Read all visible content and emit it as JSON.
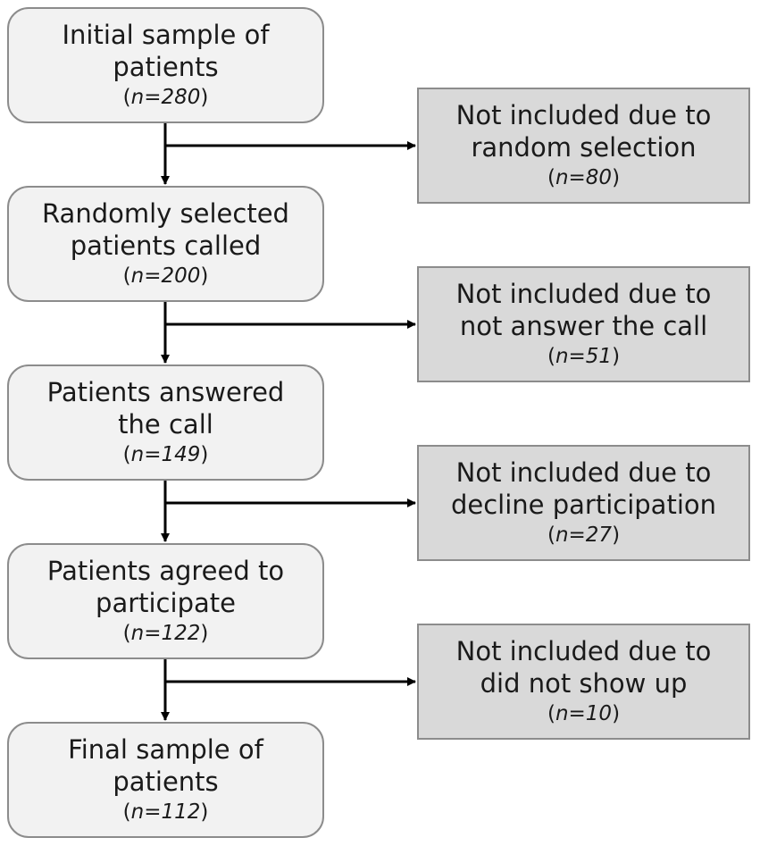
{
  "steps": [
    {
      "line1": "Initial sample of",
      "line2": "patients",
      "n": "n=280"
    },
    {
      "line1": "Randomly selected",
      "line2": "patients called",
      "n": "n=200"
    },
    {
      "line1": "Patients answered",
      "line2": "the call",
      "n": "n=149"
    },
    {
      "line1": "Patients agreed to",
      "line2": "participate",
      "n": "n=122"
    },
    {
      "line1": "Final sample of",
      "line2": "patients",
      "n": "n=112"
    }
  ],
  "exclusions": [
    {
      "line1": "Not included due to",
      "line2": "random selection",
      "n": "n=80"
    },
    {
      "line1": "Not included due to",
      "line2": "not answer the call",
      "n": "n=51"
    },
    {
      "line1": "Not included due to",
      "line2": "decline participation",
      "n": "n=27"
    },
    {
      "line1": "Not included due to",
      "line2": "did not show up",
      "n": "n=10"
    }
  ]
}
